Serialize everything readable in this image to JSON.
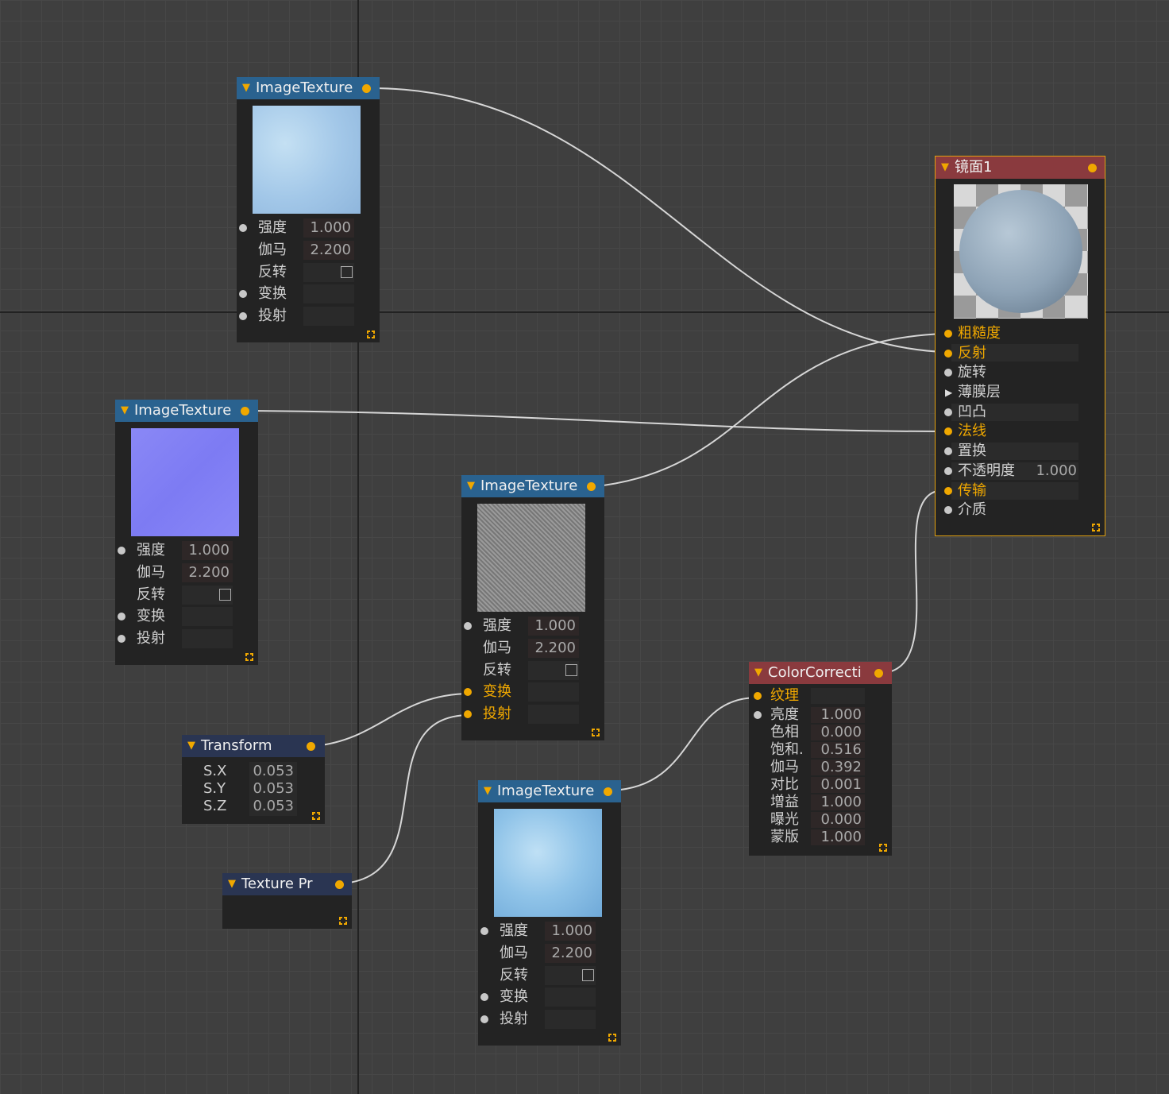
{
  "colors": {
    "canvas": "#3f3f3f",
    "node_bg": "#232323",
    "header_texture": "#2a628f",
    "header_utility": "#2a3552",
    "header_material": "#8a3a3e",
    "port_connected": "#f0a800",
    "selected_border": "#e2a10f"
  },
  "icons": {
    "collapse": "triangle-down-icon",
    "resize": "resize-corner-icon",
    "expand": "triangle-right-icon"
  },
  "nodes": {
    "tex1": {
      "title": "ImageTexture",
      "power_label": "强度",
      "power": "1.000",
      "gamma_label": "伽马",
      "gamma": "2.200",
      "invert_label": "反转",
      "transform_label": "变换",
      "projection_label": "投射"
    },
    "tex2": {
      "title": "ImageTexture",
      "power_label": "强度",
      "power": "1.000",
      "gamma_label": "伽马",
      "gamma": "2.200",
      "invert_label": "反转",
      "transform_label": "变换",
      "projection_label": "投射"
    },
    "tex3": {
      "title": "ImageTexture",
      "power_label": "强度",
      "power": "1.000",
      "gamma_label": "伽马",
      "gamma": "2.200",
      "invert_label": "反转",
      "transform_label": "变换",
      "projection_label": "投射"
    },
    "tex4": {
      "title": "ImageTexture",
      "power_label": "强度",
      "power": "1.000",
      "gamma_label": "伽马",
      "gamma": "2.200",
      "invert_label": "反转",
      "transform_label": "变换",
      "projection_label": "投射"
    },
    "transform": {
      "title": "Transform",
      "sx_label": "S.X",
      "sx": "0.053",
      "sy_label": "S.Y",
      "sy": "0.053",
      "sz_label": "S.Z",
      "sz": "0.053"
    },
    "projection": {
      "title": "Texture Pr"
    },
    "color": {
      "title": "ColorCorrecti",
      "texture_label": "纹理",
      "brightness_label": "亮度",
      "brightness": "1.000",
      "hue_label": "色相",
      "hue": "0.000",
      "saturation_label": "饱和.",
      "saturation": "0.516",
      "gamma_label": "伽马",
      "gamma": "0.392",
      "contrast_label": "对比",
      "contrast": "0.001",
      "gain_label": "增益",
      "gain": "1.000",
      "exposure_label": "曝光",
      "exposure": "0.000",
      "mask_label": "蒙版",
      "mask": "1.000"
    },
    "material": {
      "title": "镜面1",
      "roughness_label": "粗糙度",
      "reflection_label": "反射",
      "rotation_label": "旋转",
      "film_label": "薄膜层",
      "bump_label": "凹凸",
      "normal_label": "法线",
      "displacement_label": "置换",
      "opacity_label": "不透明度",
      "opacity": "1.000",
      "transmission_label": "传输",
      "medium_label": "介质"
    }
  }
}
